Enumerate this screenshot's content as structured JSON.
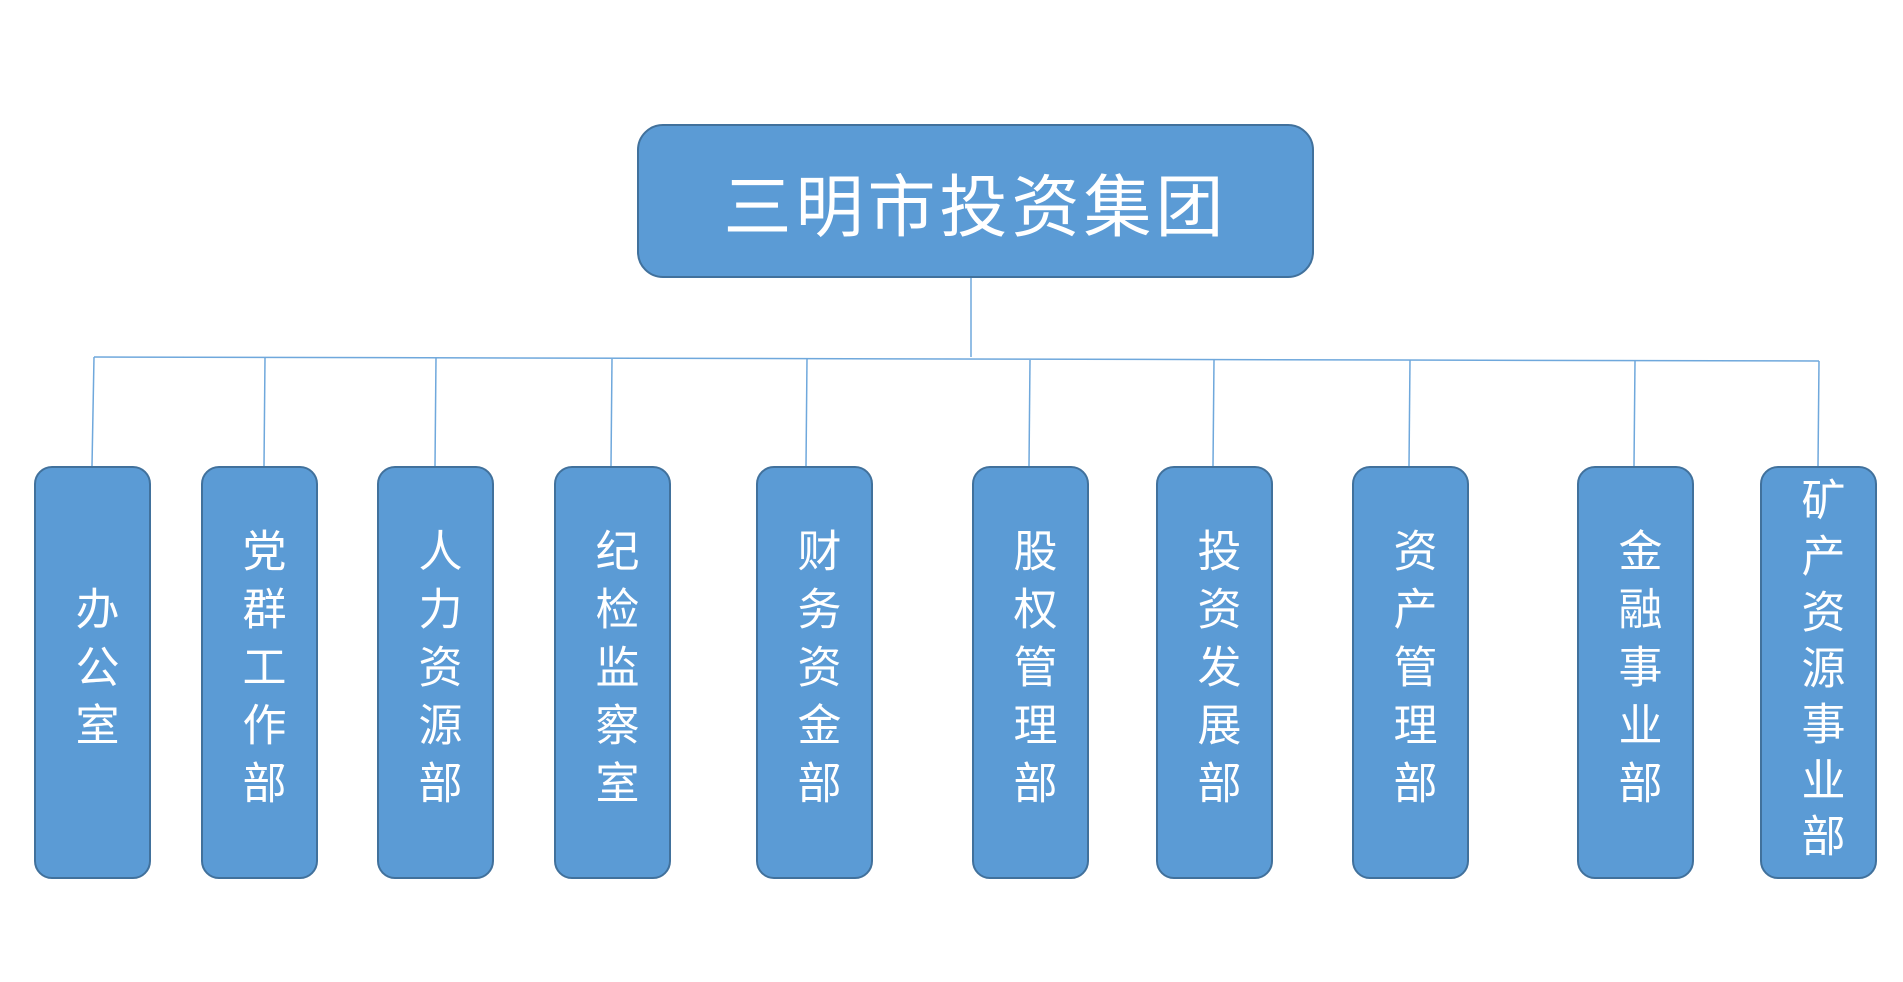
{
  "org_chart": {
    "root": {
      "title": "三明市投资集团"
    },
    "departments": [
      {
        "label": "办公室"
      },
      {
        "label": "党群工作部"
      },
      {
        "label": "人力资源部"
      },
      {
        "label": "纪检监察室"
      },
      {
        "label": "财务资金部"
      },
      {
        "label": "股权管理部"
      },
      {
        "label": "投资发展部"
      },
      {
        "label": "资产管理部"
      },
      {
        "label": "金融事业部"
      },
      {
        "label": "矿产资源事业部"
      }
    ],
    "colors": {
      "box_fill": "#5b9bd5",
      "box_border": "#41719c",
      "connector": "#6fa8dc",
      "text": "#ffffff"
    }
  }
}
